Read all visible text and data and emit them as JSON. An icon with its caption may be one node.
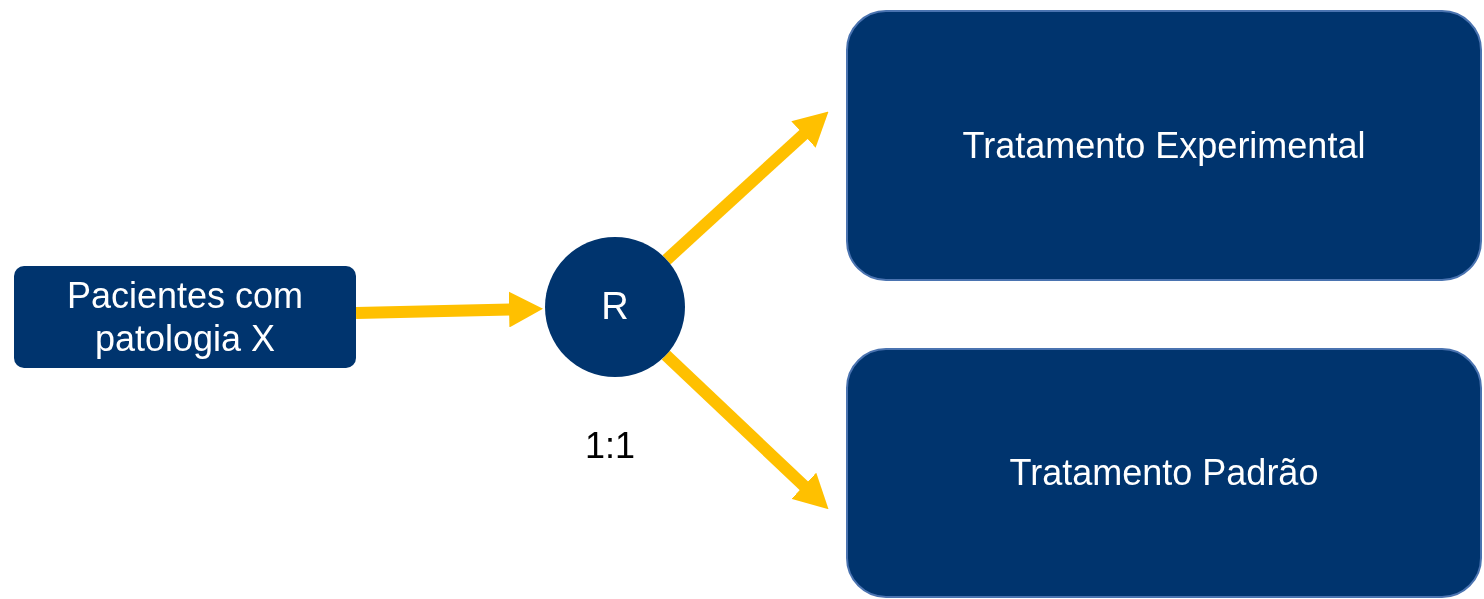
{
  "diagram": {
    "nodes": [
      {
        "text": [
          "Pacientes com patologia X"
        ]
      },
      {
        "text": [
          "R"
        ],
        "beside": [
          "1:1"
        ]
      },
      {
        "text": [
          "Tratamento Experimental"
        ]
      },
      {
        "text": [
          "Tratamento Padrão"
        ]
      }
    ],
    "edges": [
      {
        "from": 0,
        "to": 1,
        "arrow": "to"
      },
      {
        "from": 1,
        "to": 2,
        "arrow": "to"
      },
      {
        "from": 1,
        "to": 3,
        "arrow": "to"
      }
    ]
  }
}
